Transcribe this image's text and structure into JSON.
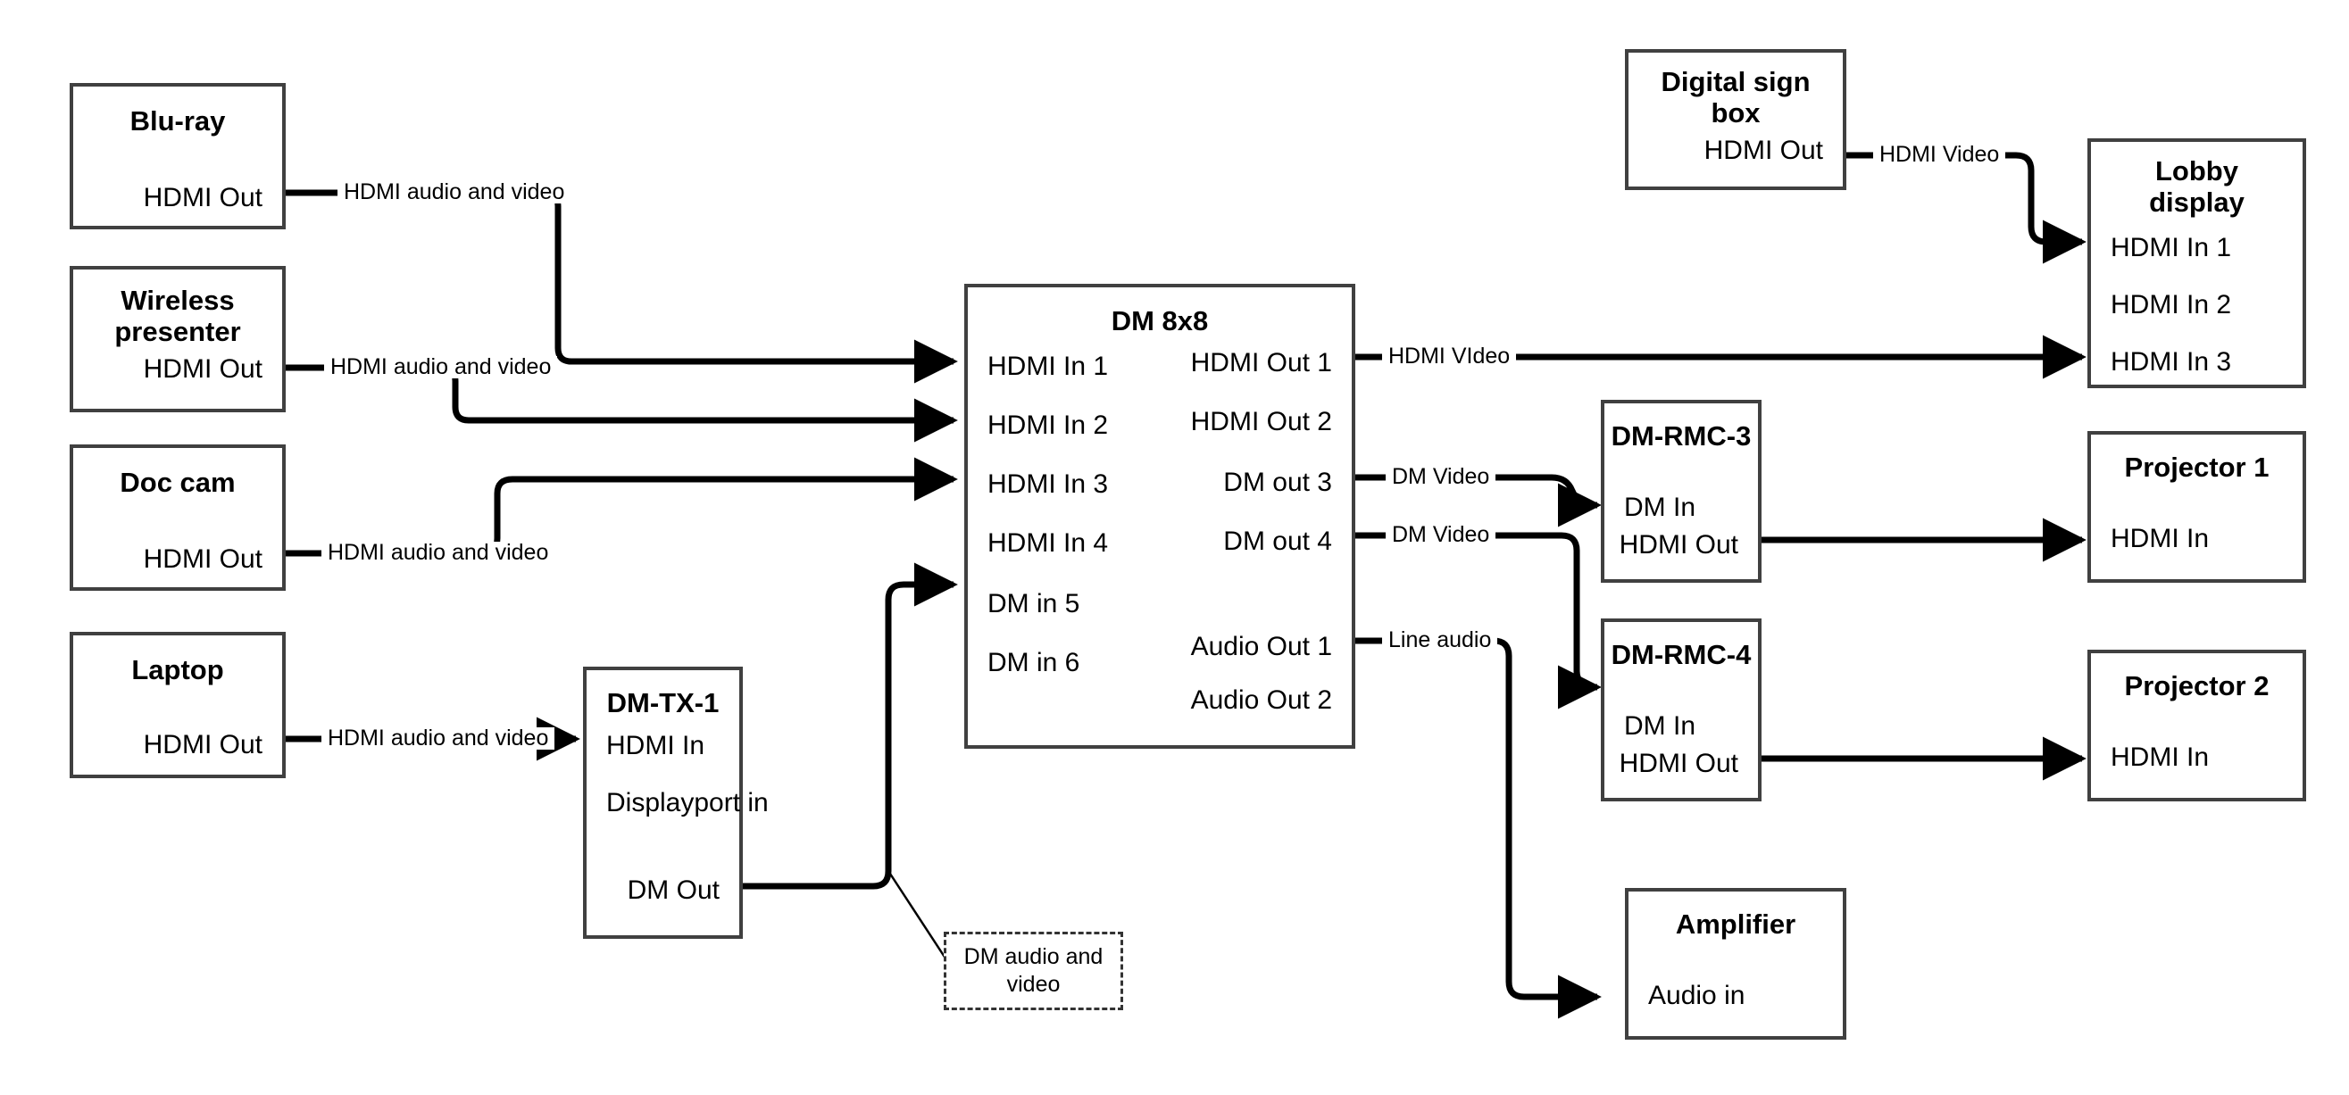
{
  "diagram": {
    "title": "AV signal flow diagram",
    "line_color": "#000000",
    "box_border_color": "#404040",
    "background": "#ffffff"
  },
  "nodes": {
    "bluray": {
      "title": "Blu-ray",
      "ports": [
        {
          "label": "HDMI Out",
          "side": "right"
        }
      ]
    },
    "wireless_presenter": {
      "title": "Wireless\npresenter",
      "title_line1": "Wireless",
      "title_line2": "presenter",
      "ports": [
        {
          "label": "HDMI Out",
          "side": "right"
        }
      ]
    },
    "doc_cam": {
      "title": "Doc cam",
      "ports": [
        {
          "label": "HDMI Out",
          "side": "right"
        }
      ]
    },
    "laptop": {
      "title": "Laptop",
      "ports": [
        {
          "label": "HDMI Out",
          "side": "right"
        }
      ]
    },
    "dm_tx_1": {
      "title": "DM-TX-1",
      "ports": [
        {
          "label": "HDMI In",
          "side": "left"
        },
        {
          "label": "Displayport in",
          "side": "left"
        },
        {
          "label": "DM Out",
          "side": "right"
        }
      ]
    },
    "dm_8x8": {
      "title": "DM 8x8",
      "inputs": [
        "HDMI In 1",
        "HDMI In 2",
        "HDMI In 3",
        "HDMI In 4",
        "DM in 5",
        "DM in 6"
      ],
      "outputs": [
        "HDMI Out 1",
        "HDMI Out 2",
        "DM out 3",
        "DM out 4",
        "Audio Out 1",
        "Audio Out 2"
      ]
    },
    "digital_sign_box": {
      "title_line1": "Digital sign",
      "title_line2": "box",
      "ports": [
        {
          "label": "HDMI Out",
          "side": "right"
        }
      ]
    },
    "lobby_display": {
      "title_line1": "Lobby",
      "title_line2": "display",
      "ports": [
        {
          "label": "HDMI In 1",
          "side": "left"
        },
        {
          "label": "HDMI In 2",
          "side": "left"
        },
        {
          "label": "HDMI In 3",
          "side": "left"
        }
      ]
    },
    "dm_rmc_3": {
      "title": "DM-RMC-3",
      "ports": [
        {
          "label": "DM In",
          "side": "left"
        },
        {
          "label": "HDMI Out",
          "side": "right"
        }
      ]
    },
    "dm_rmc_4": {
      "title": "DM-RMC-4",
      "ports": [
        {
          "label": "DM In",
          "side": "left"
        },
        {
          "label": "HDMI Out",
          "side": "right"
        }
      ]
    },
    "projector_1": {
      "title": "Projector 1",
      "ports": [
        {
          "label": "HDMI In",
          "side": "left"
        }
      ]
    },
    "projector_2": {
      "title": "Projector 2",
      "ports": [
        {
          "label": "HDMI In",
          "side": "left"
        }
      ]
    },
    "amplifier": {
      "title": "Amplifier",
      "ports": [
        {
          "label": "Audio in",
          "side": "left"
        }
      ]
    }
  },
  "callouts": {
    "dm_audio_video": {
      "line1": "DM audio and",
      "line2": "video",
      "text": "DM audio and video"
    }
  },
  "connections": [
    {
      "id": "bluray-to-in1",
      "from": "Blu-ray HDMI Out",
      "to": "DM 8x8 HDMI In 1",
      "label": "HDMI audio and video"
    },
    {
      "id": "wireless-to-in2",
      "from": "Wireless presenter HDMI Out",
      "to": "DM 8x8 HDMI In 2",
      "label": "HDMI audio and video"
    },
    {
      "id": "doccam-to-in3",
      "from": "Doc cam HDMI Out",
      "to": "DM 8x8 HDMI In 3",
      "label": "HDMI audio and video"
    },
    {
      "id": "laptop-to-tx1",
      "from": "Laptop HDMI Out",
      "to": "DM-TX-1 HDMI In",
      "label": "HDMI audio and video"
    },
    {
      "id": "tx1-to-in5",
      "from": "DM-TX-1 DM Out",
      "to": "DM 8x8 DM in 5",
      "label": "DM audio and video"
    },
    {
      "id": "out1-to-lobby3",
      "from": "DM 8x8 HDMI Out 1",
      "to": "Lobby display HDMI In 3",
      "label": "HDMI VIdeo"
    },
    {
      "id": "dmout3-to-rmc3",
      "from": "DM 8x8 DM out 3",
      "to": "DM-RMC-3 DM In",
      "label": "DM Video"
    },
    {
      "id": "dmout4-to-rmc4",
      "from": "DM 8x8 DM out 4",
      "to": "DM-RMC-4 DM In",
      "label": "DM Video"
    },
    {
      "id": "audioout1-to-amp",
      "from": "DM 8x8 Audio Out 1",
      "to": "Amplifier Audio in",
      "label": "Line audio"
    },
    {
      "id": "sign-to-lobby1",
      "from": "Digital sign box HDMI Out",
      "to": "Lobby display HDMI In 1",
      "label": "HDMI Video"
    },
    {
      "id": "rmc3-to-proj1",
      "from": "DM-RMC-3 HDMI Out",
      "to": "Projector 1 HDMI In",
      "label": ""
    },
    {
      "id": "rmc4-to-proj2",
      "from": "DM-RMC-4 HDMI Out",
      "to": "Projector 2 HDMI In",
      "label": ""
    }
  ],
  "wire_labels": {
    "bluray": "HDMI audio and video",
    "wireless": "HDMI audio and video",
    "doccam": "HDMI audio and video",
    "laptop": "HDMI audio and video",
    "hdmi_video_out1": "HDMI VIdeo",
    "dm_video_3": "DM Video",
    "dm_video_4": "DM Video",
    "line_audio": "Line audio",
    "hdmi_video_sign": "HDMI Video"
  }
}
